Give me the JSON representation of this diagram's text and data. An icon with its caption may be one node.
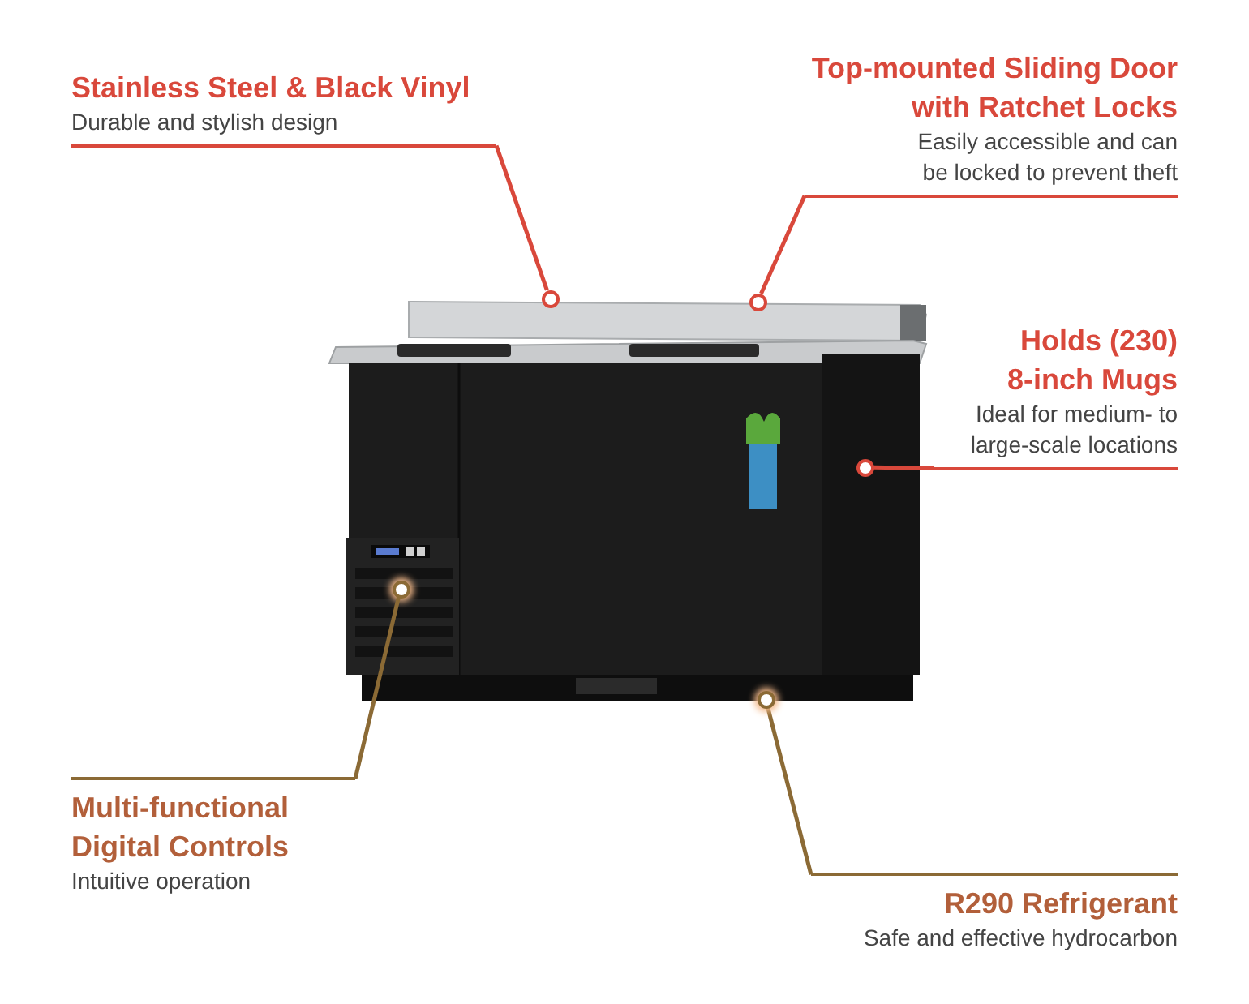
{
  "diagram": {
    "nodes": [
      {
        "text": [
          "Stainless Steel & Black Vinyl",
          "Durable and stylish design"
        ]
      },
      {
        "text": [
          "Top-mounted Sliding Door with Ratchet Locks",
          "Easily accessible and can be locked to prevent theft"
        ]
      },
      {
        "text": [
          "Holds (230) 8-inch Mugs",
          "Ideal for medium- to large-scale locations"
        ]
      },
      {
        "text": [
          "Multi-functional Digital Controls",
          "Intuitive operation"
        ]
      },
      {
        "text": [
          "R290 Refrigerant",
          "Safe and effective hydrocarbon"
        ]
      },
      {
        "text": [],
        "shape": "picture"
      },
      {
        "text": [],
        "shape": "circle"
      },
      {
        "text": [],
        "shape": "circle"
      },
      {
        "text": [],
        "shape": "circle",
        "in": 5
      },
      {
        "text": [],
        "shape": "circle",
        "in": 5
      },
      {
        "text": [],
        "shape": "circle"
      }
    ],
    "edges": [
      {
        "from": 0,
        "to": 6,
        "arrow": "none"
      },
      {
        "from": 1,
        "to": 7,
        "arrow": "none"
      },
      {
        "from": 2,
        "to": 8,
        "arrow": "none"
      },
      {
        "from": 3,
        "to": 9,
        "arrow": "none",
        "color": "#8b6a35"
      },
      {
        "from": 4,
        "to": 10,
        "arrow": "none",
        "color": "#8b6a35"
      }
    ]
  }
}
